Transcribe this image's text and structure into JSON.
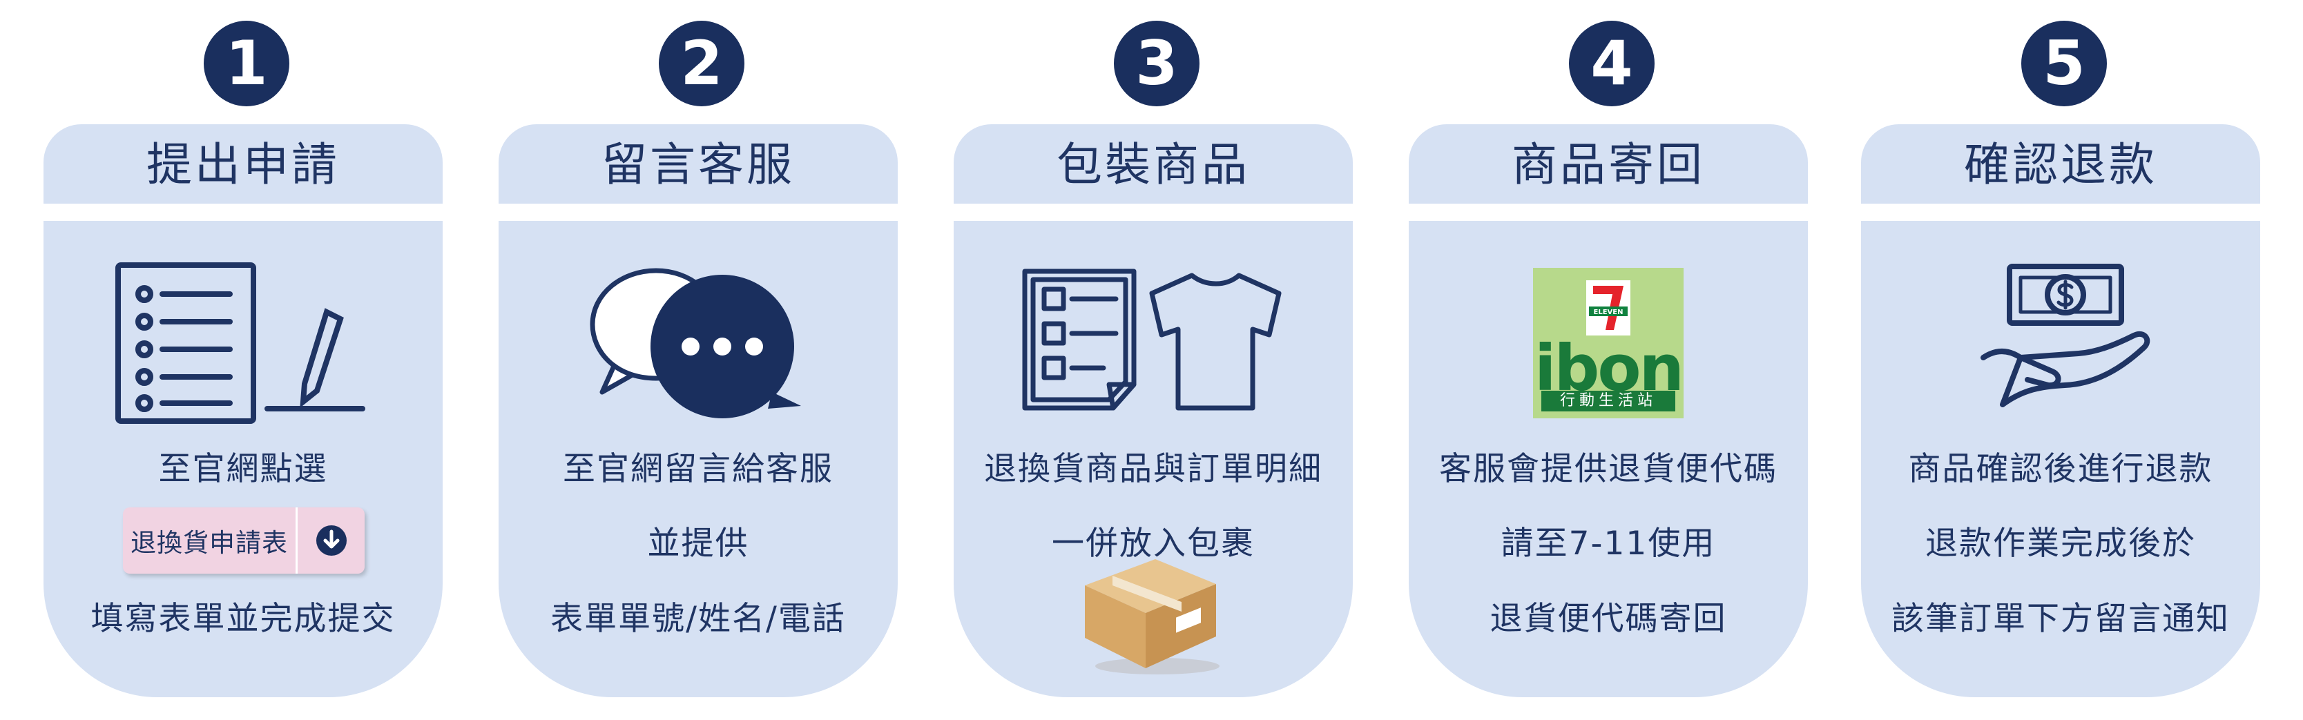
{
  "colors": {
    "navy": "#1a2f5e",
    "card": "#d6e1f3",
    "pink_button": "#f1d3e2",
    "ibon_green": "#b7d98b"
  },
  "steps": [
    {
      "number": "1",
      "title": "提出申請",
      "icon": "form-and-pen-icon",
      "line1": "至官網點選",
      "button_label": "退換貨申請表",
      "button_icon": "download-icon",
      "line3": "填寫表單並完成提交"
    },
    {
      "number": "2",
      "title": "留言客服",
      "icon": "chat-bubbles-icon",
      "line1": "至官網留言給客服",
      "line2": "並提供",
      "line3": "表單單號/姓名/電話"
    },
    {
      "number": "3",
      "title": "包裝商品",
      "icon": "checklist-and-tshirt-icon",
      "line1": "退換貨商品與訂單明細",
      "line2": "一併放入包裹",
      "box_icon": "cardboard-box-icon"
    },
    {
      "number": "4",
      "title": "商品寄回",
      "icon": "ibon-logo",
      "logo_brand": "ibon",
      "logo_sub": "行動生活站",
      "logo_seven_text": "ELEVEN",
      "line1": "客服會提供退貨便代碼",
      "line2": "請至7-11使用",
      "line3": "退貨便代碼寄回"
    },
    {
      "number": "5",
      "title": "確認退款",
      "icon": "hand-with-money-icon",
      "line1": "商品確認後進行退款",
      "line2": "退款作業完成後於",
      "line3": "該筆訂單下方留言通知"
    }
  ]
}
